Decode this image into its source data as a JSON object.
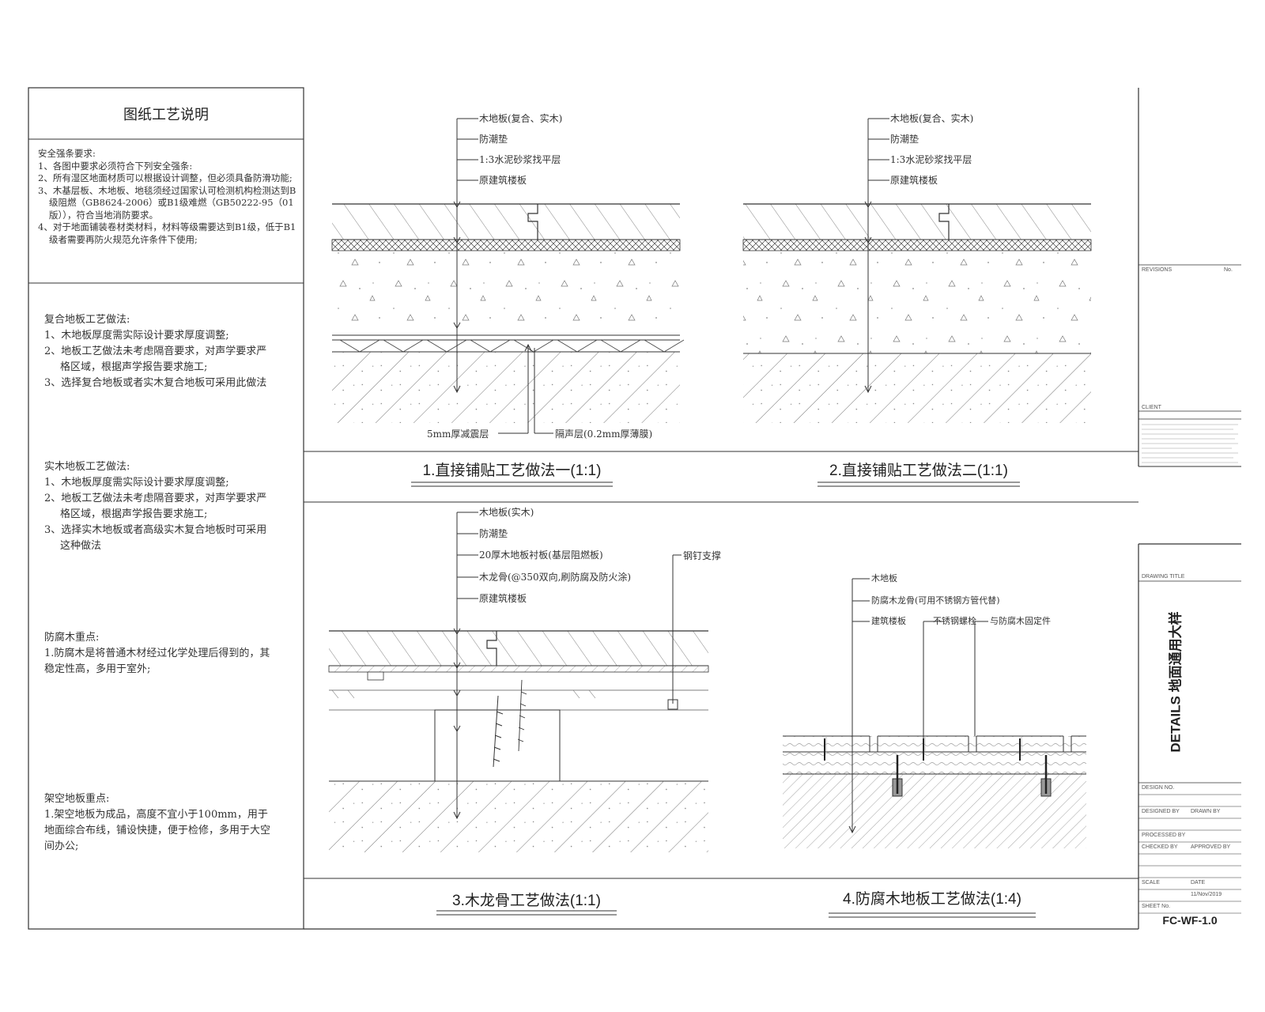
{
  "notes": {
    "title": "图纸工艺说明",
    "safety": {
      "heading": "安全强条要求:",
      "items": [
        "1、各图中要求必须符合下列安全强条:",
        "2、所有湿区地面材质可以根据设计调整，但必须具备防滑功能;",
        "3、木基层板、木地板、地毯须经过国家认可检测机构检测达到B级阻燃（GB8624-2006）或B1级难燃（GB50222-95（01版）），符合当地消防要求。",
        "4、对于地面铺装卷材类材料，材料等级需要达到B1级，低于B1级者需要再防火规范允许条件下使用;"
      ]
    },
    "composite": {
      "heading": "复合地板工艺做法:",
      "items": [
        "1、木地板厚度需实际设计要求厚度调整;",
        "2、地板工艺做法未考虑隔音要求，对声学要求严格区域，根据声学报告要求施工;",
        "3、选择复合地板或者实木复合地板可采用此做法"
      ]
    },
    "solid": {
      "heading": "实木地板工艺做法:",
      "items": [
        "1、木地板厚度需实际设计要求厚度调整;",
        "2、地板工艺做法未考虑隔音要求，对声学要求严格区域，根据声学报告要求施工;",
        "3、选择实木地板或者高级实木复合地板时可采用这种做法"
      ]
    },
    "preserved": {
      "heading": "防腐木重点:",
      "items": [
        "1.防腐木是将普通木材经过化学处理后得到的，其稳定性高，多用于室外;"
      ]
    },
    "raised": {
      "heading": "架空地板重点:",
      "items": [
        "1.架空地板为成品，高度不宜小于100mm，用于地面综合布线，铺设快捷，便于检修，多用于大空间办公;"
      ]
    }
  },
  "details": {
    "d1": {
      "title": "1.直接铺贴工艺做法一(1:1)",
      "labels": [
        "木地板(复合、实木)",
        "防潮垫",
        "1:3水泥砂浆找平层",
        "原建筑楼板"
      ],
      "bottom_labels": [
        "5mm厚减震层",
        "隔声层(0.2mm厚薄膜)"
      ]
    },
    "d2": {
      "title": "2.直接铺贴工艺做法二(1:1)",
      "labels": [
        "木地板(复合、实木)",
        "防潮垫",
        "1:3水泥砂浆找平层",
        "原建筑楼板"
      ]
    },
    "d3": {
      "title": "3.木龙骨工艺做法(1:1)",
      "labels": [
        "木地板(实木)",
        "防潮垫",
        "20厚木地板衬板(基层阻燃板)",
        "木龙骨(@350双向,刷防腐及防火涂)",
        "原建筑楼板"
      ],
      "side_label": "钢钉支撑"
    },
    "d4": {
      "title": "4.防腐木地板工艺做法(1:4)",
      "labels": [
        "木地板",
        "防腐木龙骨(可用不锈钢方管代替)",
        "建筑楼板"
      ],
      "mid_labels": [
        "不锈钢螺栓",
        "与防腐木固定件"
      ]
    }
  },
  "title_block": {
    "revisions": "REVISIONS",
    "rev_no": "No.",
    "client": "CLIENT",
    "drawing_title_label": "DRAWING TITLE",
    "drawing_title": "DETAILS 地面通用大样",
    "design_no": "DESIGN NO.",
    "designed_by": "DESIGNED BY",
    "drawn_by": "DRAWN BY",
    "processed_by": "PROCESSED BY",
    "checked_by": "CHECKED BY",
    "approved_by": "APPROVED BY",
    "scale": "SCALE",
    "date": "DATE",
    "sheet_no": "SHEET No.",
    "date_value": "11/Nov/2019",
    "drawing_no": "FC-WF-1.0"
  }
}
